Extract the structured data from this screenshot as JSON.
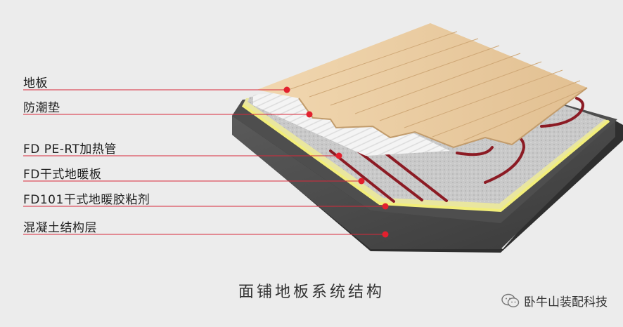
{
  "layers": [
    {
      "label": "地板"
    },
    {
      "label": "防潮垫"
    },
    {
      "label": "FD PE-RT加热管"
    },
    {
      "label": "FD干式地暖板"
    },
    {
      "label": "FD101干式地暖胶粘剂"
    },
    {
      "label": "混凝土结构层"
    }
  ],
  "caption": "面铺地板系统结构",
  "brand": {
    "name": "卧牛山装配科技",
    "icon": "wechat-icon"
  },
  "colors": {
    "leader": "#d8283a",
    "dot": "#e2202e",
    "wood": "#e8c9a0",
    "adhesive": "#f2ee7a",
    "pipe": "#8c1b24",
    "concrete": "#3e3e3e"
  }
}
